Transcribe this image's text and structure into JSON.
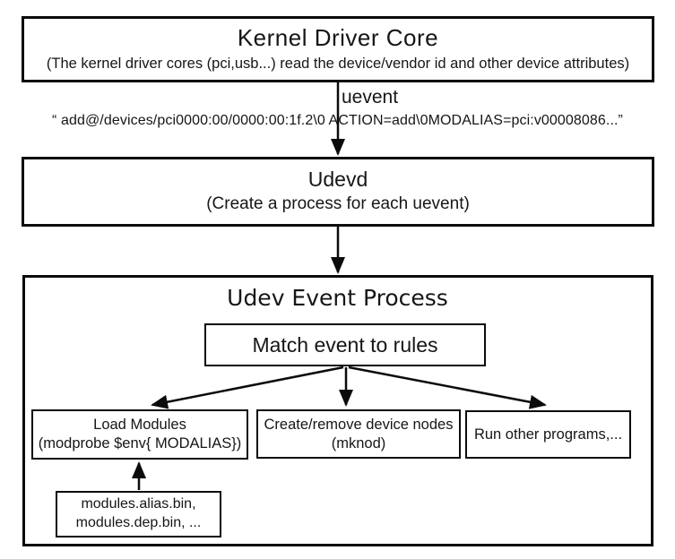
{
  "diagram": {
    "kernel_box": {
      "title": "Kernel Driver Core",
      "subtitle": "(The kernel driver cores (pci,usb...) read the device/vendor id and other device attributes)"
    },
    "uevent": {
      "label": "uevent",
      "message": "“ add@/devices/pci0000:00/0000:00:1f.2\\0 ACTION=add\\0MODALIAS=pci:v00008086...”"
    },
    "udevd_box": {
      "title": "Udevd",
      "subtitle": "(Create a process for each uevent)"
    },
    "event_process": {
      "title": "Udev Event Process",
      "match_box_label": "Match event to rules",
      "load_modules": {
        "line1": "Load Modules",
        "line2": "(modprobe $env{ MODALIAS})"
      },
      "device_nodes": {
        "line1": "Create/remove device nodes",
        "line2": "(mknod)"
      },
      "run_programs_label": "Run other programs,...",
      "modules_files": {
        "line1": "modules.alias.bin,",
        "line2": "modules.dep.bin, ..."
      }
    },
    "colors": {
      "line": "#0b0b0b",
      "background": "#ffffff"
    }
  }
}
